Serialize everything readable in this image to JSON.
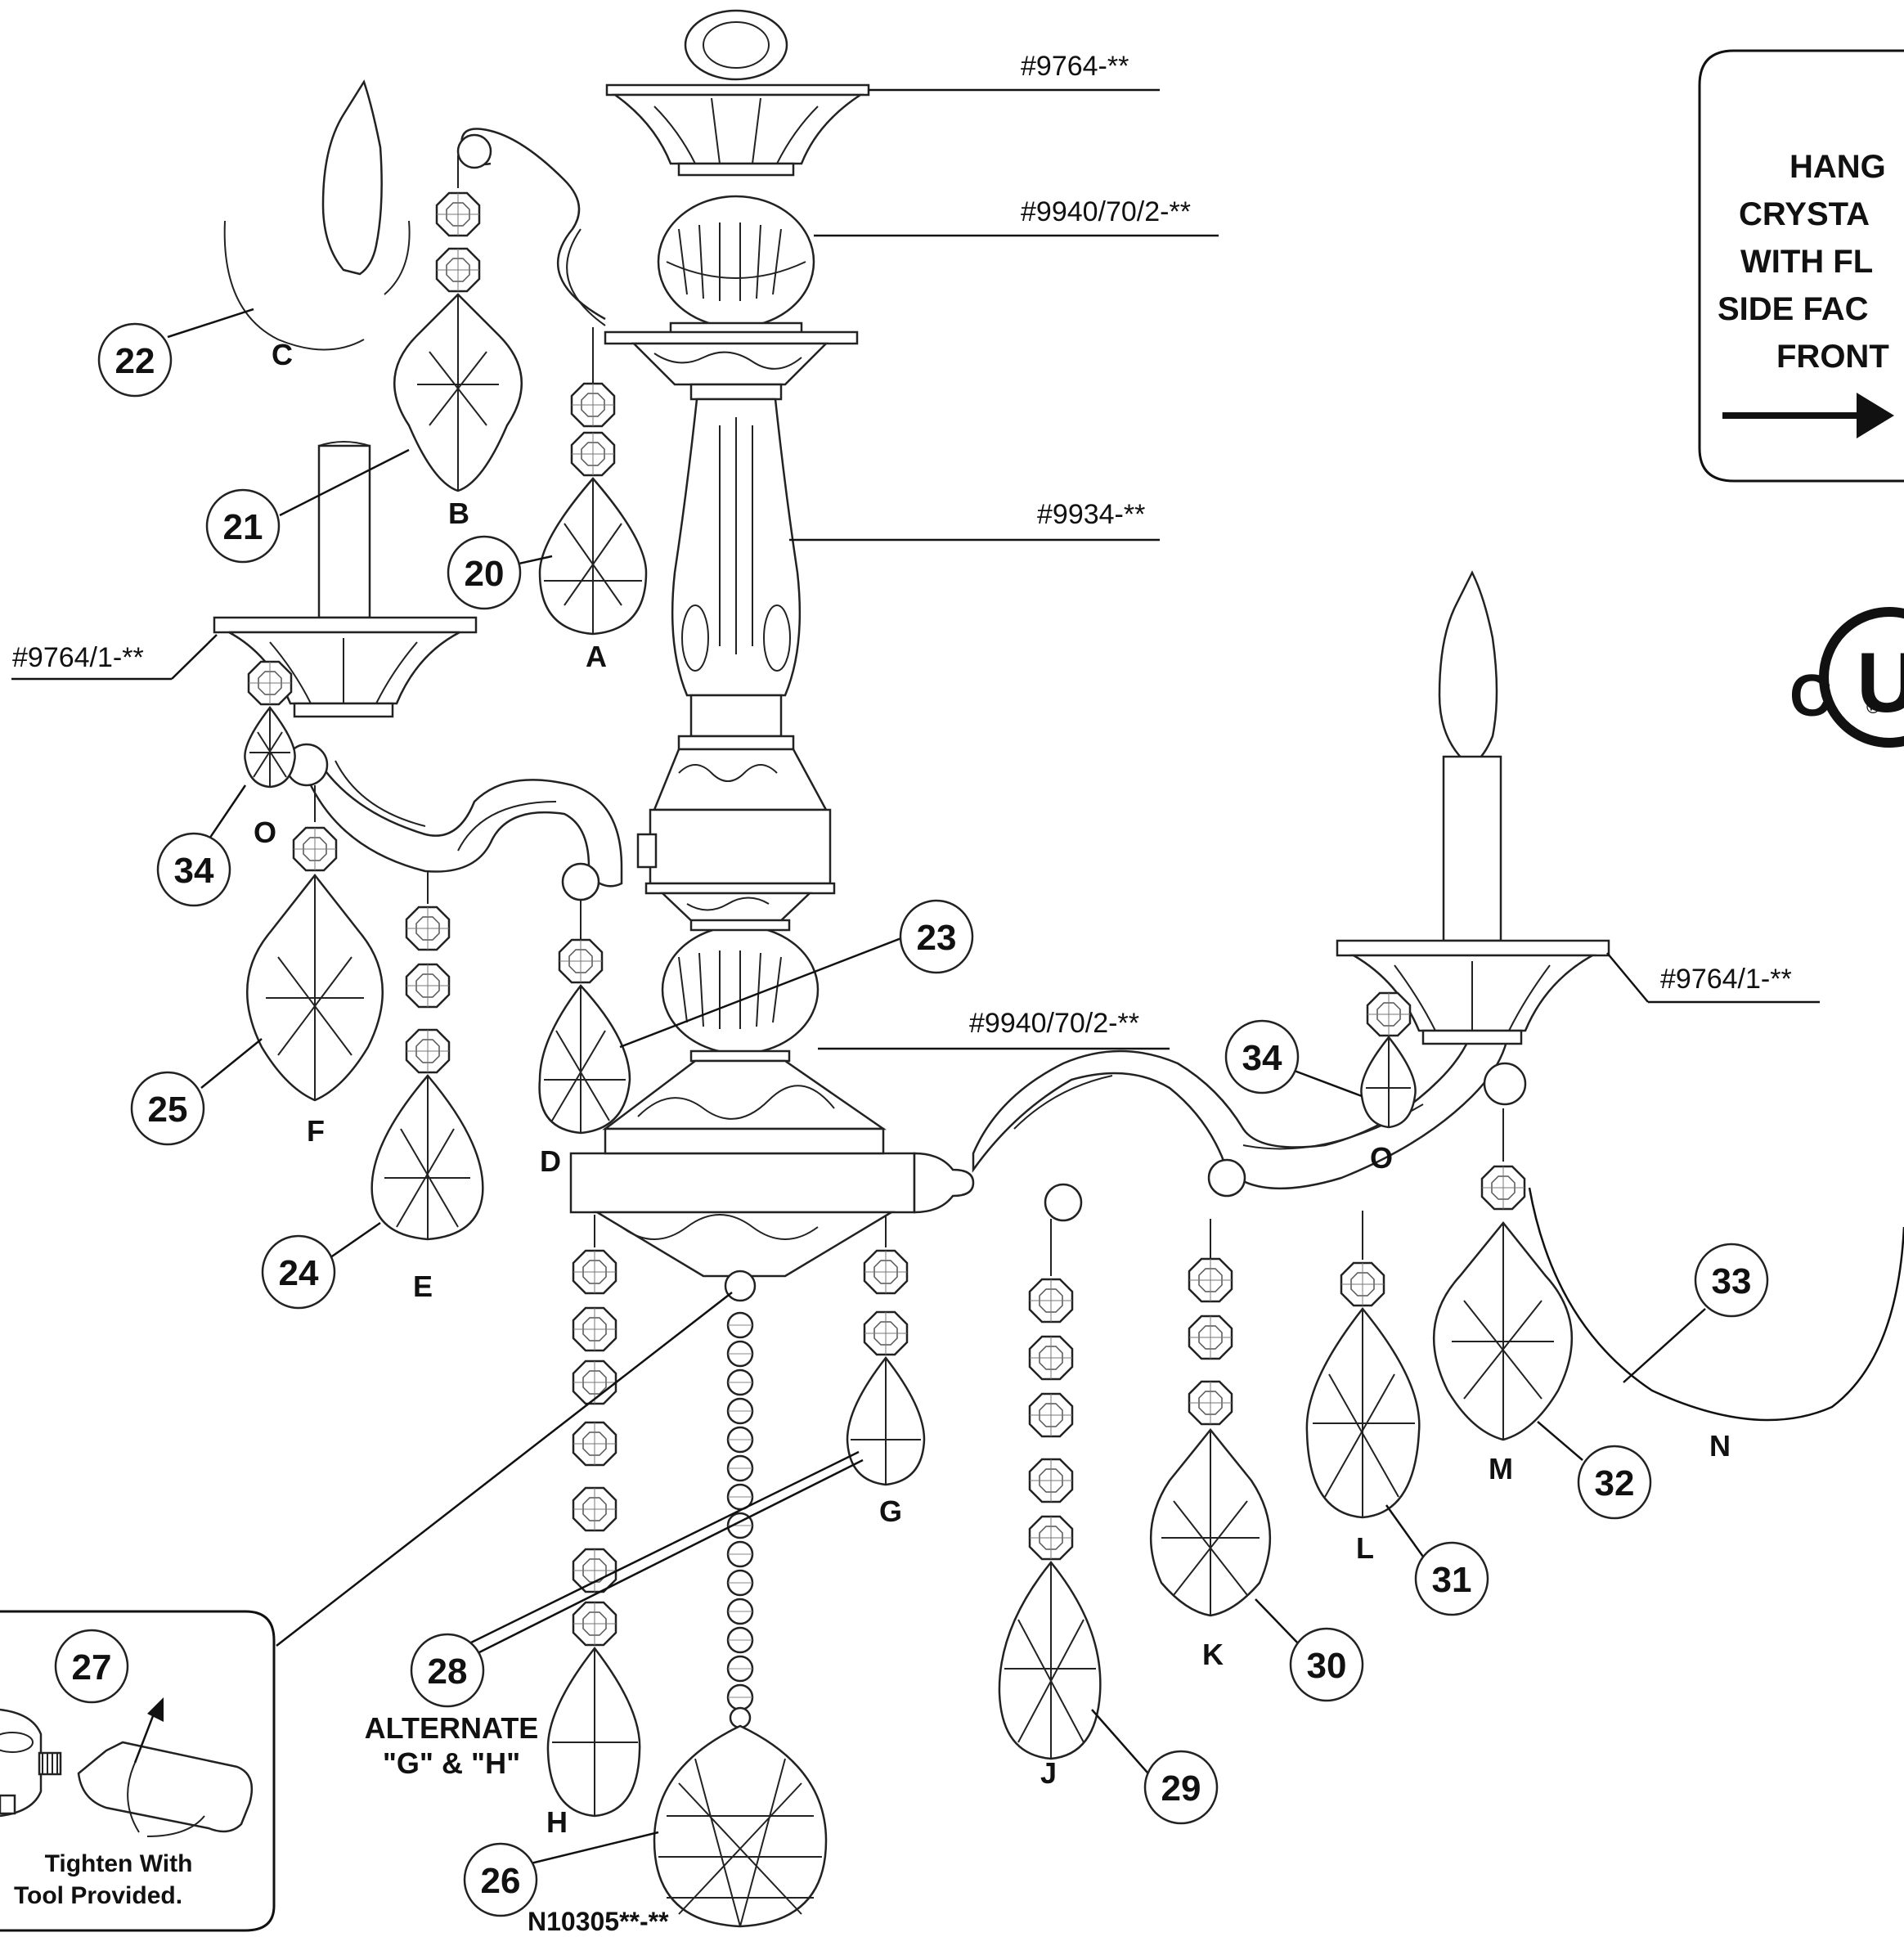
{
  "part_numbers": {
    "top_canopy": "#9764-**",
    "upper_ball": "#9940/70/2-**",
    "column": "#9934-**",
    "left_cup": "#9764/1-**",
    "right_cup": "#9764/1-**",
    "lower_ball": "#9940/70/2-**",
    "bottom_ball": "N10305**-**"
  },
  "letters": {
    "A": "A",
    "B": "B",
    "C": "C",
    "D": "D",
    "E": "E",
    "F": "F",
    "G": "G",
    "H": "H",
    "J": "J",
    "K": "K",
    "L": "L",
    "M": "M",
    "N": "N",
    "O_left": "O",
    "O_right": "O"
  },
  "callouts": {
    "c20": "20",
    "c21": "21",
    "c22": "22",
    "c23": "23",
    "c24": "24",
    "c25": "25",
    "c26": "26",
    "c27": "27",
    "c28": "28",
    "c29": "29",
    "c30": "30",
    "c31": "31",
    "c32": "32",
    "c33": "33",
    "c34_left": "34",
    "c34_right": "34"
  },
  "alternate_note": {
    "line1": "ALTERNATE",
    "line2": "\"G\" & \"H\""
  },
  "inset": {
    "line1": "Tighten With",
    "line2": "Tool Provided."
  },
  "hang_box": {
    "line1": "HANG",
    "line2": "CRYSTA",
    "line3": "WITH FL",
    "line4": "SIDE FAC",
    "line5": "FRONT"
  },
  "ul_mark": {
    "c": "C",
    "u": "U",
    "r": "®"
  }
}
